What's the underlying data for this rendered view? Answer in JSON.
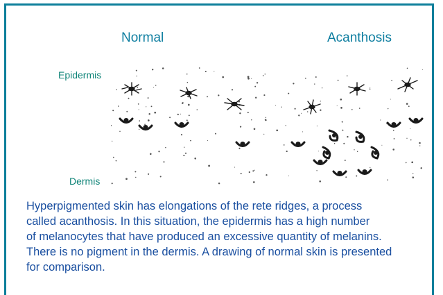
{
  "headings": {
    "left": "Normal",
    "right": "Acanthosis"
  },
  "labels": {
    "top": "Epidermis",
    "bottom": "Dermis"
  },
  "caption": {
    "lines": [
      "Hyperpigmented skin has elongations of the rete ridges, a process",
      "called acanthosis. In this situation, the epidermis has a high number",
      "of melanocytes that have produced an excessive quantity of melanins.",
      "There is no pigment in the dermis. A drawing of normal skin is presented",
      "for comparison."
    ]
  },
  "colors": {
    "border": "#0d7f9b",
    "heading": "#0e7ea0",
    "side_label": "#0f8478",
    "caption": "#1a4fa0",
    "ink": "#1a1a1a"
  }
}
